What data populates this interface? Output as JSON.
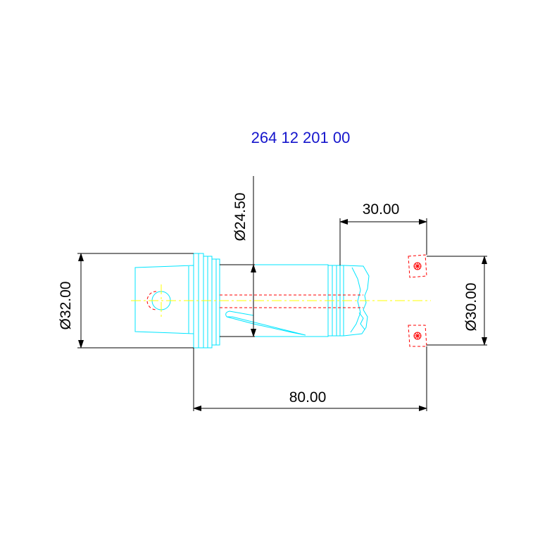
{
  "drawing": {
    "part_number": "264 12 201 00",
    "dimensions": {
      "length": "80.00",
      "offset": "30.00",
      "diameter_outer": "Ø32.00",
      "diameter_shank": "Ø24.50",
      "diameter_insert": "Ø30.00"
    },
    "colors": {
      "part_outline": "#00e5ff",
      "dimension": "#000000",
      "hidden_line": "#ff0000",
      "centerline": "#ffff00",
      "title": "#1515cc",
      "background": "#ffffff"
    }
  }
}
